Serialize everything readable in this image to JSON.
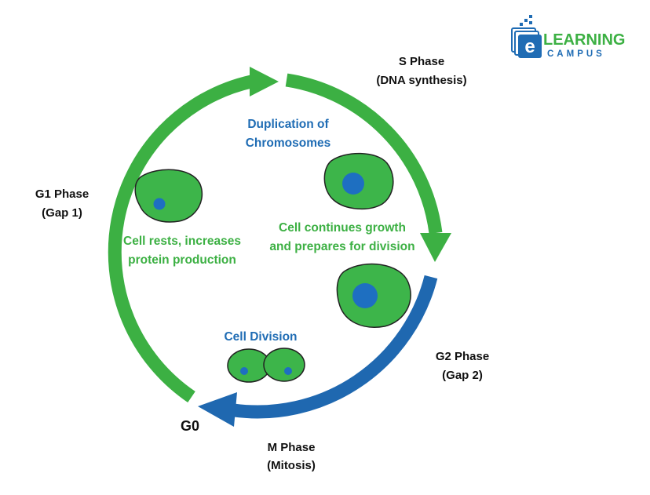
{
  "colors": {
    "green_arrow": "#3cb043",
    "blue_arrow": "#1f68b0",
    "cell_fill": "#3db54a",
    "nucleus": "#1e6fc1",
    "green_text": "#3cb043",
    "blue_text": "#1f6cb4"
  },
  "logo": {
    "line1": "LEARNING",
    "line2": "CAMPUS",
    "mark": "e"
  },
  "phases": {
    "s_title": "S Phase",
    "s_sub": "(DNA synthesis)",
    "g1_title": "G1 Phase",
    "g1_sub": "(Gap 1)",
    "g2_title": "G2 Phase",
    "g2_sub": "(Gap 2)",
    "m_title": "M Phase",
    "m_sub": "(Mitosis)",
    "g0": "G0"
  },
  "notes": {
    "dup_1": "Duplication of",
    "dup_2": "Chromosomes",
    "rest_1": "Cell rests, increases",
    "rest_2": "protein production",
    "grow_1": "Cell continues growth",
    "grow_2": "and prepares for division",
    "division": "Cell Division"
  }
}
